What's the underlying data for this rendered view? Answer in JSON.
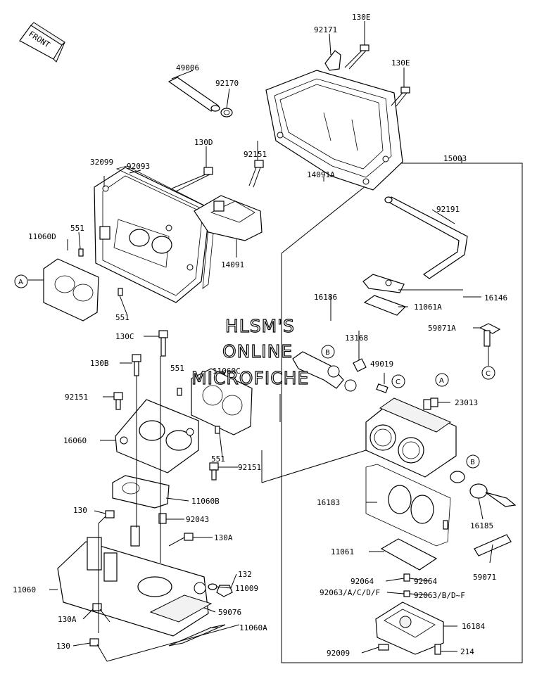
{
  "front_label": "FRONT",
  "watermark": [
    "HLSM'S",
    "ONLINE",
    "MICROFICHE"
  ],
  "callouts": [
    "A",
    "B",
    "C"
  ],
  "parts": {
    "p130E_top": "130E",
    "p92171": "92171",
    "p130E_2": "130E",
    "p49006": "49006",
    "p92170": "92170",
    "p15003": "15003",
    "p130D": "130D",
    "p92151_top": "92151",
    "p32099": "32099",
    "p92093": "92093",
    "p14091A": "14091A",
    "p92191": "92191",
    "p11060D": "11060D",
    "p551_a": "551",
    "p14091": "14091",
    "p551_b": "551",
    "p16186": "16186",
    "p16146": "16146",
    "p11061A": "11061A",
    "p59071A": "59071A",
    "p130C": "130C",
    "p13168": "13168",
    "p130B": "130B",
    "p551_c": "551",
    "p11060C": "11060C",
    "p49019": "49019",
    "p92151_mid": "92151",
    "p23013": "23013",
    "p16060": "16060",
    "p551_d": "551",
    "p92151_low": "92151",
    "p11060B": "11060B",
    "p16183": "16183",
    "p130": "130",
    "p92043": "92043",
    "p130A": "130A",
    "p16185": "16185",
    "p11061": "11061",
    "p132": "132",
    "p11009": "11009",
    "p11060": "11060",
    "p92064_l": "92064",
    "p92064_r": "92064",
    "p59071": "59071",
    "p92063_l": "92063/A/C/D/F",
    "p92063_r": "92063/B/D~F",
    "p59076": "59076",
    "p130A_low": "130A",
    "p16184": "16184",
    "p11060A": "11060A",
    "p130_low": "130",
    "p92009": "92009",
    "p214": "214"
  }
}
